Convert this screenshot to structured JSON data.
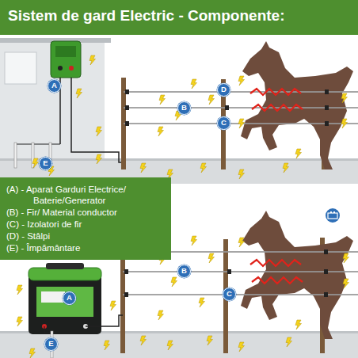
{
  "diagram": {
    "title": "Sistem de gard Electric - Componente:",
    "nodes": [
      {
        "text": [
          "(A) - Aparat Garduri Electrice/ Baterie/Generator",
          "(B) - Fir/ Material conductor",
          "(C) - Izolatori de fir",
          "(D) - Stâlpi",
          "(E) - Împământare"
        ]
      }
    ],
    "labels": [
      "A",
      "D",
      "B",
      "C",
      "E",
      "A",
      "B",
      "C",
      "E"
    ]
  }
}
